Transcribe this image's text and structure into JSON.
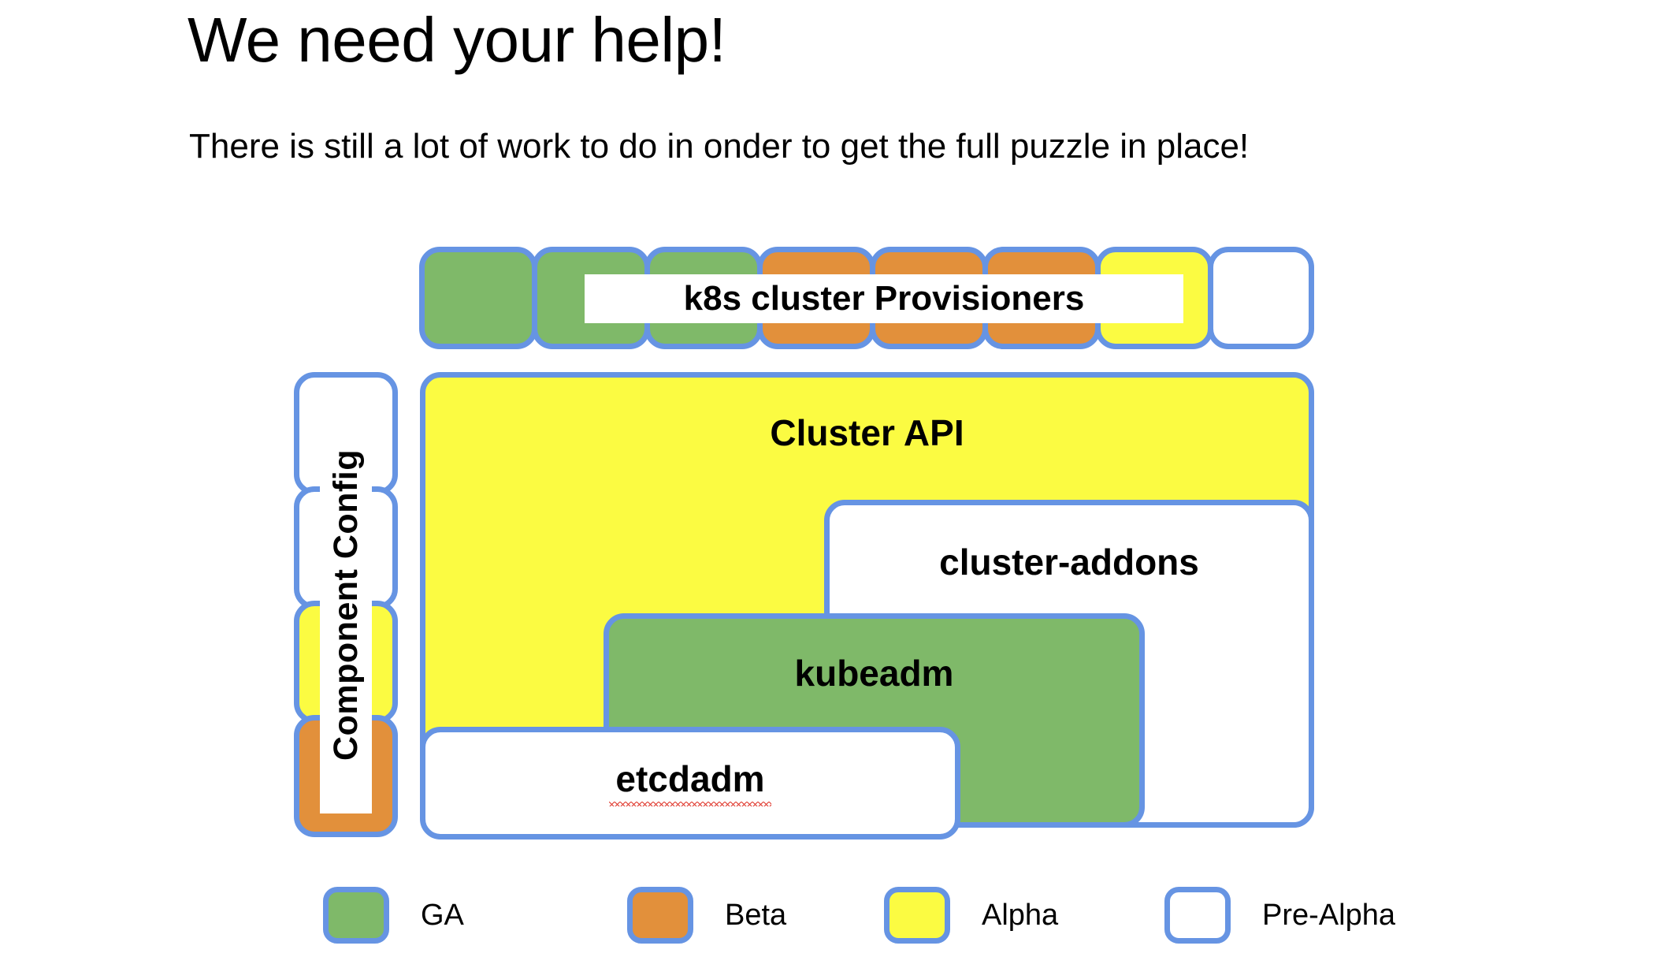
{
  "slide": {
    "title": "We need your help!",
    "subtitle": "There is still a lot of work to do in onder to get the full puzzle in place!"
  },
  "colors": {
    "border": "#6694e3",
    "ga": "#7fb969",
    "beta": "#e2903b",
    "alpha": "#fbfb42",
    "pre_alpha": "#ffffff",
    "spellcheck_underline": "#e03a2f"
  },
  "provisioner_strip": {
    "banner_label": "k8s cluster Provisioners",
    "tiles": [
      {
        "status": "GA"
      },
      {
        "status": "GA"
      },
      {
        "status": "GA"
      },
      {
        "status": "Beta"
      },
      {
        "status": "Beta"
      },
      {
        "status": "Beta"
      },
      {
        "status": "Alpha"
      },
      {
        "status": "Pre-Alpha"
      }
    ]
  },
  "component_config": {
    "banner_label": "Component Config",
    "tiles": [
      {
        "status": "Pre-Alpha"
      },
      {
        "status": "Pre-Alpha"
      },
      {
        "status": "Alpha"
      },
      {
        "status": "Beta"
      }
    ]
  },
  "nested_boxes": [
    {
      "label": "Cluster API",
      "status": "Alpha",
      "misspelled": false
    },
    {
      "label": "cluster-addons",
      "status": "Pre-Alpha",
      "misspelled": false
    },
    {
      "label": "kubeadm",
      "status": "GA",
      "misspelled": false
    },
    {
      "label": "etcdadm",
      "status": "Pre-Alpha",
      "misspelled": true
    }
  ],
  "legend": {
    "items": [
      {
        "label": "GA",
        "status": "GA"
      },
      {
        "label": "Beta",
        "status": "Beta"
      },
      {
        "label": "Alpha",
        "status": "Alpha"
      },
      {
        "label": "Pre-Alpha",
        "status": "Pre-Alpha"
      }
    ]
  }
}
